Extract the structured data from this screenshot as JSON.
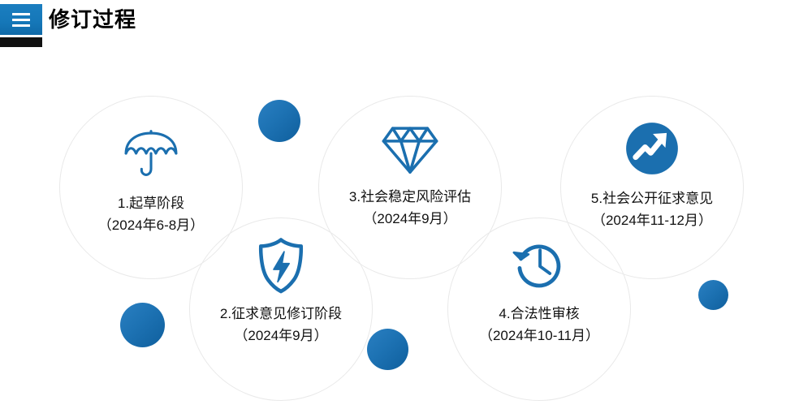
{
  "header": {
    "menu_icon": "hamburger-menu-icon",
    "title": "修订过程"
  },
  "steps": [
    {
      "id": "step-1",
      "icon": "umbrella-icon",
      "title": "1.起草阶段",
      "period": "（2024年6-8月）"
    },
    {
      "id": "step-2",
      "icon": "shield-lightning-icon",
      "title": "2.征求意见修订阶段",
      "period": "（2024年9月）"
    },
    {
      "id": "step-3",
      "icon": "diamond-icon",
      "title": "3.社会稳定风险评估",
      "period": "（2024年9月）"
    },
    {
      "id": "step-4",
      "icon": "clock-history-icon",
      "title": "4.合法性审核",
      "period": "（2024年10-11月）"
    },
    {
      "id": "step-5",
      "icon": "trending-up-arrow-icon",
      "title": "5.社会公开征求意见",
      "period": "（2024年11-12月）"
    }
  ],
  "decor": {
    "dots": [
      "decor-dot-1",
      "decor-dot-2",
      "decor-dot-3",
      "decor-dot-4"
    ]
  },
  "colors": {
    "accent_blue": "#1b6faf",
    "header_blue": "#1577b8",
    "header_bar_black": "#111111",
    "circle_outline": "#e9e9e9",
    "text": "#111111",
    "background": "#ffffff"
  }
}
